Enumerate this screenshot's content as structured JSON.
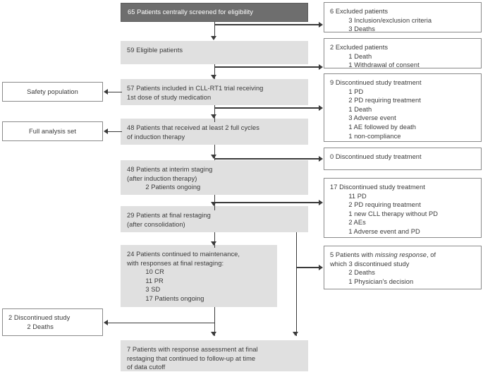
{
  "diagram": {
    "title": "CONSORT-style patient flow diagram",
    "colors": {
      "header_box_fill": "#6e6e6e",
      "center_box_fill": "#e0e0e0",
      "outline_box_stroke": "#8a8a8a",
      "connector": "#3a3a3a",
      "header_text": "#ffffff",
      "body_text": "#3a3a3a"
    }
  },
  "center_nodes": [
    {
      "id": "screened",
      "text": "65 Patients centrally screened for eligibility"
    },
    {
      "id": "eligible",
      "text": "59 Eligible patients"
    },
    {
      "id": "included",
      "text": "57 Patients included in CLL-RT1 trial receiving\n1st dose of study medication"
    },
    {
      "id": "two_cycles",
      "text": "48 Patients that received at least 2 full cycles\nof induction therapy"
    },
    {
      "id": "interim",
      "text": "48 Patients at interim staging\n(after induction therapy)\n          2 Patients ongoing"
    },
    {
      "id": "final_rest",
      "text": "29 Patients at final restaging\n(after consolidation)"
    },
    {
      "id": "maintenance",
      "text": "24 Patients continued to maintenance,\nwith responses at final restaging:\n          10 CR\n          11 PR\n          3 SD\n          17 Patients ongoing"
    },
    {
      "id": "followup",
      "text": "7 Patients with response assessment at final\nrestaging that continued to follow-up at time\nof data cutoff"
    }
  ],
  "right_nodes": [
    {
      "id": "excluded6",
      "text": "6 Excluded patients\n          3 Inclusion/exclusion criteria\n          3 Deaths"
    },
    {
      "id": "excluded2",
      "text": "2 Excluded patients\n          1 Death\n          1 Withdrawal of consent"
    },
    {
      "id": "disc9",
      "text": "9 Discontinued study treatment\n          1 PD\n          2 PD requiring treatment\n          1 Death\n          3 Adverse event\n          1 AE followed by death\n          1 non-compliance"
    },
    {
      "id": "disc0",
      "text": "0 Discontinued study treatment"
    },
    {
      "id": "disc17",
      "text": "17 Discontinued study treatment\n          11 PD\n          2 PD requiring treatment\n          1 new CLL therapy without PD\n          2 AEs\n          1 Adverse event and PD"
    }
  ],
  "right_missing": {
    "id": "missing5",
    "line1a": "5 Patients with ",
    "line1_italic": "missing response",
    "line1b": ", of",
    "line2": "which 3 discontinued study",
    "line3": "          2 Deaths",
    "line4": "          1 Physician’s decision"
  },
  "left_nodes": [
    {
      "id": "safety",
      "text": "Safety population"
    },
    {
      "id": "fas",
      "text": "Full analysis set"
    },
    {
      "id": "disc_study",
      "text": "2 Discontinued study\n          2 Deaths"
    }
  ]
}
